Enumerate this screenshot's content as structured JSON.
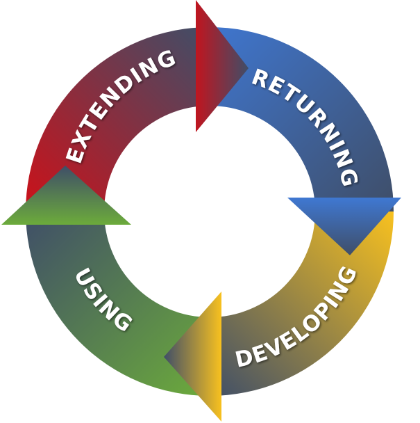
{
  "diagram": {
    "segments": [
      {
        "id": "returning",
        "label": "RETURNING",
        "color_from": "#3d6fc4",
        "color_to": "#3f4e68"
      },
      {
        "id": "developing",
        "label": "DEVELOPING",
        "color_from": "#f6bd22",
        "color_to": "#3f4e68"
      },
      {
        "id": "using",
        "label": "USING",
        "color_from": "#6aaa3c",
        "color_to": "#3f4e68"
      },
      {
        "id": "extending",
        "label": "EXTENDING",
        "color_from": "#c8141e",
        "color_to": "#3f4e68"
      }
    ]
  }
}
